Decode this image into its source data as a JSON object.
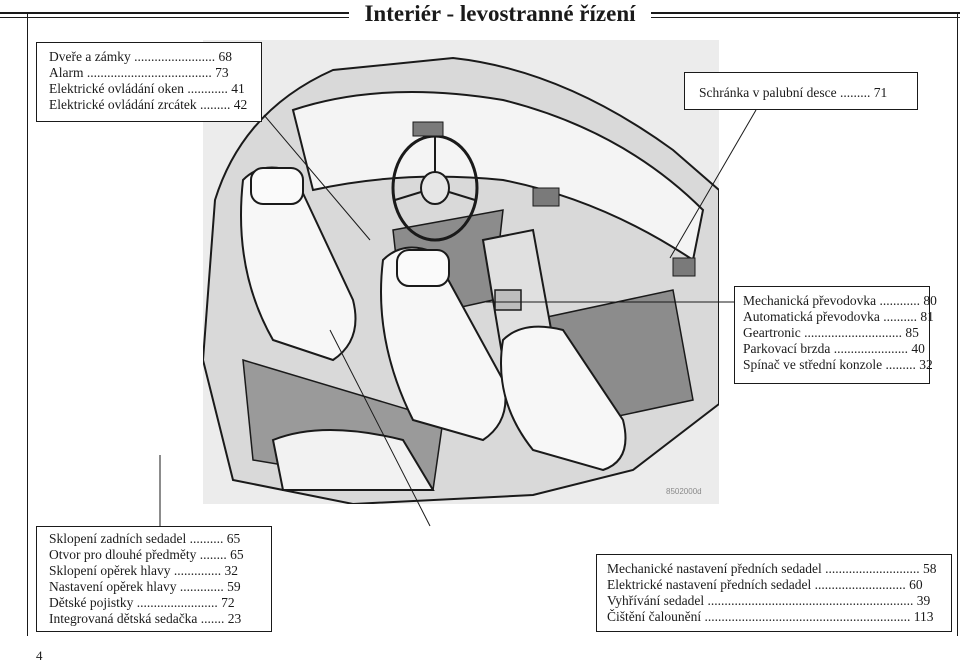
{
  "header": {
    "title": "Interiér - levostranné řízení"
  },
  "figure": {
    "code": "8502000d"
  },
  "box_doors": {
    "items": [
      "Dveře a zámky ........................ 68",
      "Alarm ..................................... 73",
      "Elektrické ovládání oken ............ 41",
      "Elektrické ovládání zrcátek ......... 42"
    ]
  },
  "box_glovebox": {
    "items": [
      "Schránka v palubní desce ......... 71"
    ]
  },
  "box_transmission": {
    "items": [
      "Mechanická převodovka ............ 80",
      "Automatická převodovka .......... 81",
      "Geartronic ............................. 85",
      "Parkovací brzda ...................... 40",
      "Spínač ve střední konzole ......... 32"
    ]
  },
  "box_rear": {
    "items": [
      "Sklopení zadních sedadel .......... 65",
      "Otvor pro dlouhé předměty ........ 65",
      "Sklopení opěrek hlavy .............. 32",
      "Nastavení opěrek hlavy ............. 59",
      "Dětské pojistky ........................ 72",
      "Integrovaná dětská sedačka ....... 23"
    ]
  },
  "box_front_seats": {
    "items": [
      "Mechanické nastavení předních sedadel ............................ 58",
      "Elektrické nastavení předních sedadel ........................... 60",
      "Vyhřívání sedadel ............................................................. 39",
      "Čištění čalounění ............................................................. 113"
    ]
  },
  "page": {
    "number": "4"
  }
}
